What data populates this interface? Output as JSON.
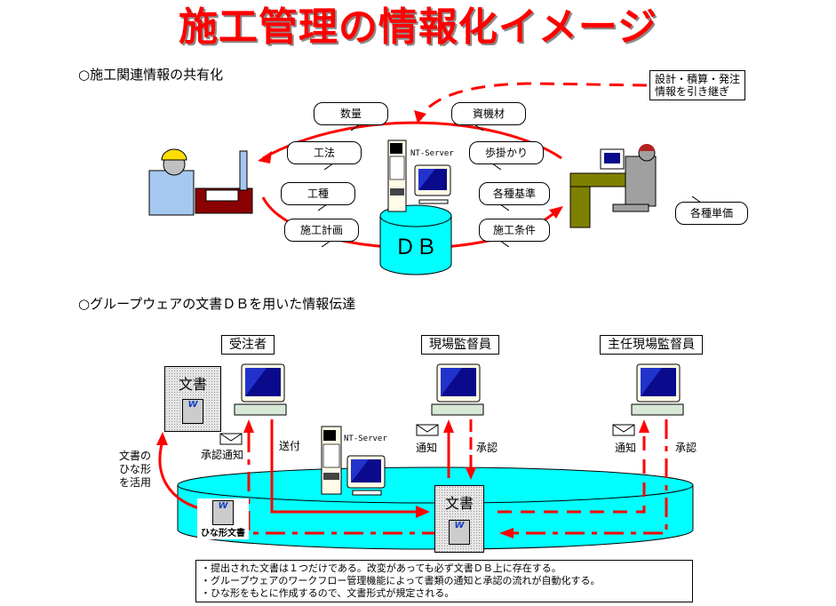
{
  "title": "施工管理の情報化イメージ",
  "colors": {
    "title": "#ff0000",
    "arrow": "#ff0000",
    "db_fill": "#00ffff",
    "monitor_screen": "#0a0a8c",
    "desk": "#808000"
  },
  "section1": {
    "heading": "○施工関連情報の共有化",
    "handover_note": [
      "設計・積算・発注",
      "情報を引き継ぎ"
    ],
    "server_label": "NT-Server",
    "db_label": "ＤＢ",
    "bubbles_left": [
      "数量",
      "工法",
      "工種",
      "施工計画"
    ],
    "bubbles_right": [
      "資機材",
      "歩掛かり",
      "各種基準",
      "施工条件"
    ],
    "unit_price_bubble": "各種単価",
    "icons": [
      "field-worker-icon",
      "office-worker-icon",
      "server-icon",
      "database-icon"
    ]
  },
  "section2": {
    "heading": "○グループウェアの文書ＤＢを用いた情報伝達",
    "roles": [
      "受注者",
      "現場監督員",
      "主任現場監督員"
    ],
    "document_label": "文書",
    "template_label": "ひな形文書",
    "template_usage": [
      "文書の",
      "ひな形",
      "を活用"
    ],
    "server_label": "NT-Server",
    "flow_labels": {
      "approval_notice": "承認通知",
      "send": "送付",
      "notify_1": "通知",
      "approve_1": "承認",
      "notify_2": "通知",
      "approve_2": "承認"
    },
    "notes": [
      "・提出された文書は１つだけである。改変があっても必ず文書ＤＢ上に存在する。",
      "・グループウェアのワークフロー管理機能によって書類の通知と承認の流れが自動化する。",
      "・ひな形をもとに作成するので、文書形式が規定される。"
    ]
  }
}
